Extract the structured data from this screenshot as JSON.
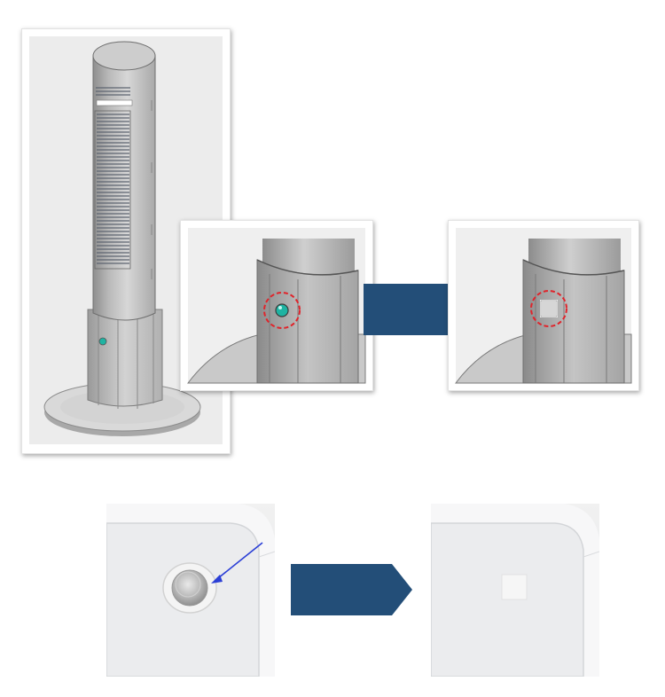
{
  "colors": {
    "arrow_fill": "#234e78",
    "highlight_circle": "#e0242b",
    "button_teal": "#1fb3a2",
    "pointer_arrow": "#2b3fd6",
    "panel_background": "#ebebeb",
    "fan_body": "#c4c4c4"
  },
  "panels": {
    "fan_overview": {
      "icon": "tower-fan-illustration"
    },
    "detail_before": {
      "icon": "round-button-closeup",
      "state": "round button"
    },
    "detail_after": {
      "icon": "square-button-closeup",
      "state": "square button"
    },
    "photo_before": {
      "icon": "round-lens-photo"
    },
    "photo_after": {
      "icon": "square-lens-photo"
    }
  },
  "arrows": {
    "top": "right-arrow",
    "bottom": "right-arrow"
  }
}
